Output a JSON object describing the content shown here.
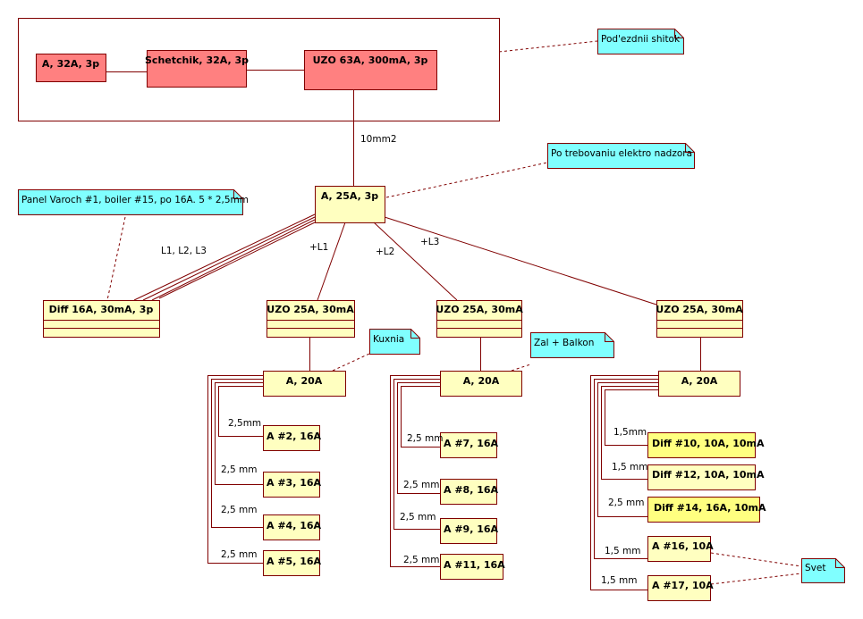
{
  "colors": {
    "line": "#800000",
    "supply": "#ff8080",
    "component": "#ffffc0",
    "diff": "#ffff80",
    "note": "#80ffff"
  },
  "supply": {
    "main_breaker": "A, 32A, 3p",
    "meter": "Schetchik, 32A, 3p",
    "rcd": "UZO 63A, 300mA, 3p"
  },
  "notes": {
    "entrance": "Pod'ezdnii shitok",
    "inspection": "Po trebovaniu elektro nadzora",
    "stove": "Panel Varoch #1, boiler #15, po 16A. 5 * 2,5mm",
    "kitchen": "Kuxnia",
    "hall": "Zal + Balkon",
    "light": "Svet"
  },
  "wire_main": "10mm2",
  "main": "A, 25A, 3p",
  "phases": {
    "three": "L1, L2, L3",
    "l1": "+L1",
    "l2": "+L2",
    "l3": "+L3"
  },
  "diff3p": "Diff 16A, 30mA, 3p",
  "groups": [
    {
      "rcd": "UZO 25A, 30mA",
      "breaker": "A, 20A",
      "children": [
        {
          "label": "A #2, 16A",
          "wire": "2,5mm"
        },
        {
          "label": "A #3, 16A",
          "wire": "2,5 mm"
        },
        {
          "label": "A #4, 16A",
          "wire": "2,5 mm"
        },
        {
          "label": "A #5, 16A",
          "wire": "2,5 mm"
        }
      ]
    },
    {
      "rcd": "UZO 25A, 30mA",
      "breaker": "A, 20A",
      "children": [
        {
          "label": "A #7, 16A",
          "wire": "2,5 mm"
        },
        {
          "label": "A #8, 16A",
          "wire": "2,5 mm"
        },
        {
          "label": "A #9, 16A",
          "wire": "2,5 mm"
        },
        {
          "label": "A #11, 16A",
          "wire": "2,5 mm"
        }
      ]
    },
    {
      "rcd": "UZO 25A, 30mA",
      "breaker": "A, 20A",
      "children": [
        {
          "label": "Diff #10, 10A, 10mA",
          "wire": "1,5mm"
        },
        {
          "label": "Diff #12, 10A, 10mA",
          "wire": "1,5 mm"
        },
        {
          "label": "Diff #14, 16A, 10mA",
          "wire": "2,5 mm"
        },
        {
          "label": "A #16, 10A",
          "wire": "1,5 mm"
        },
        {
          "label": "A #17, 10A",
          "wire": "1,5 mm"
        }
      ]
    }
  ]
}
